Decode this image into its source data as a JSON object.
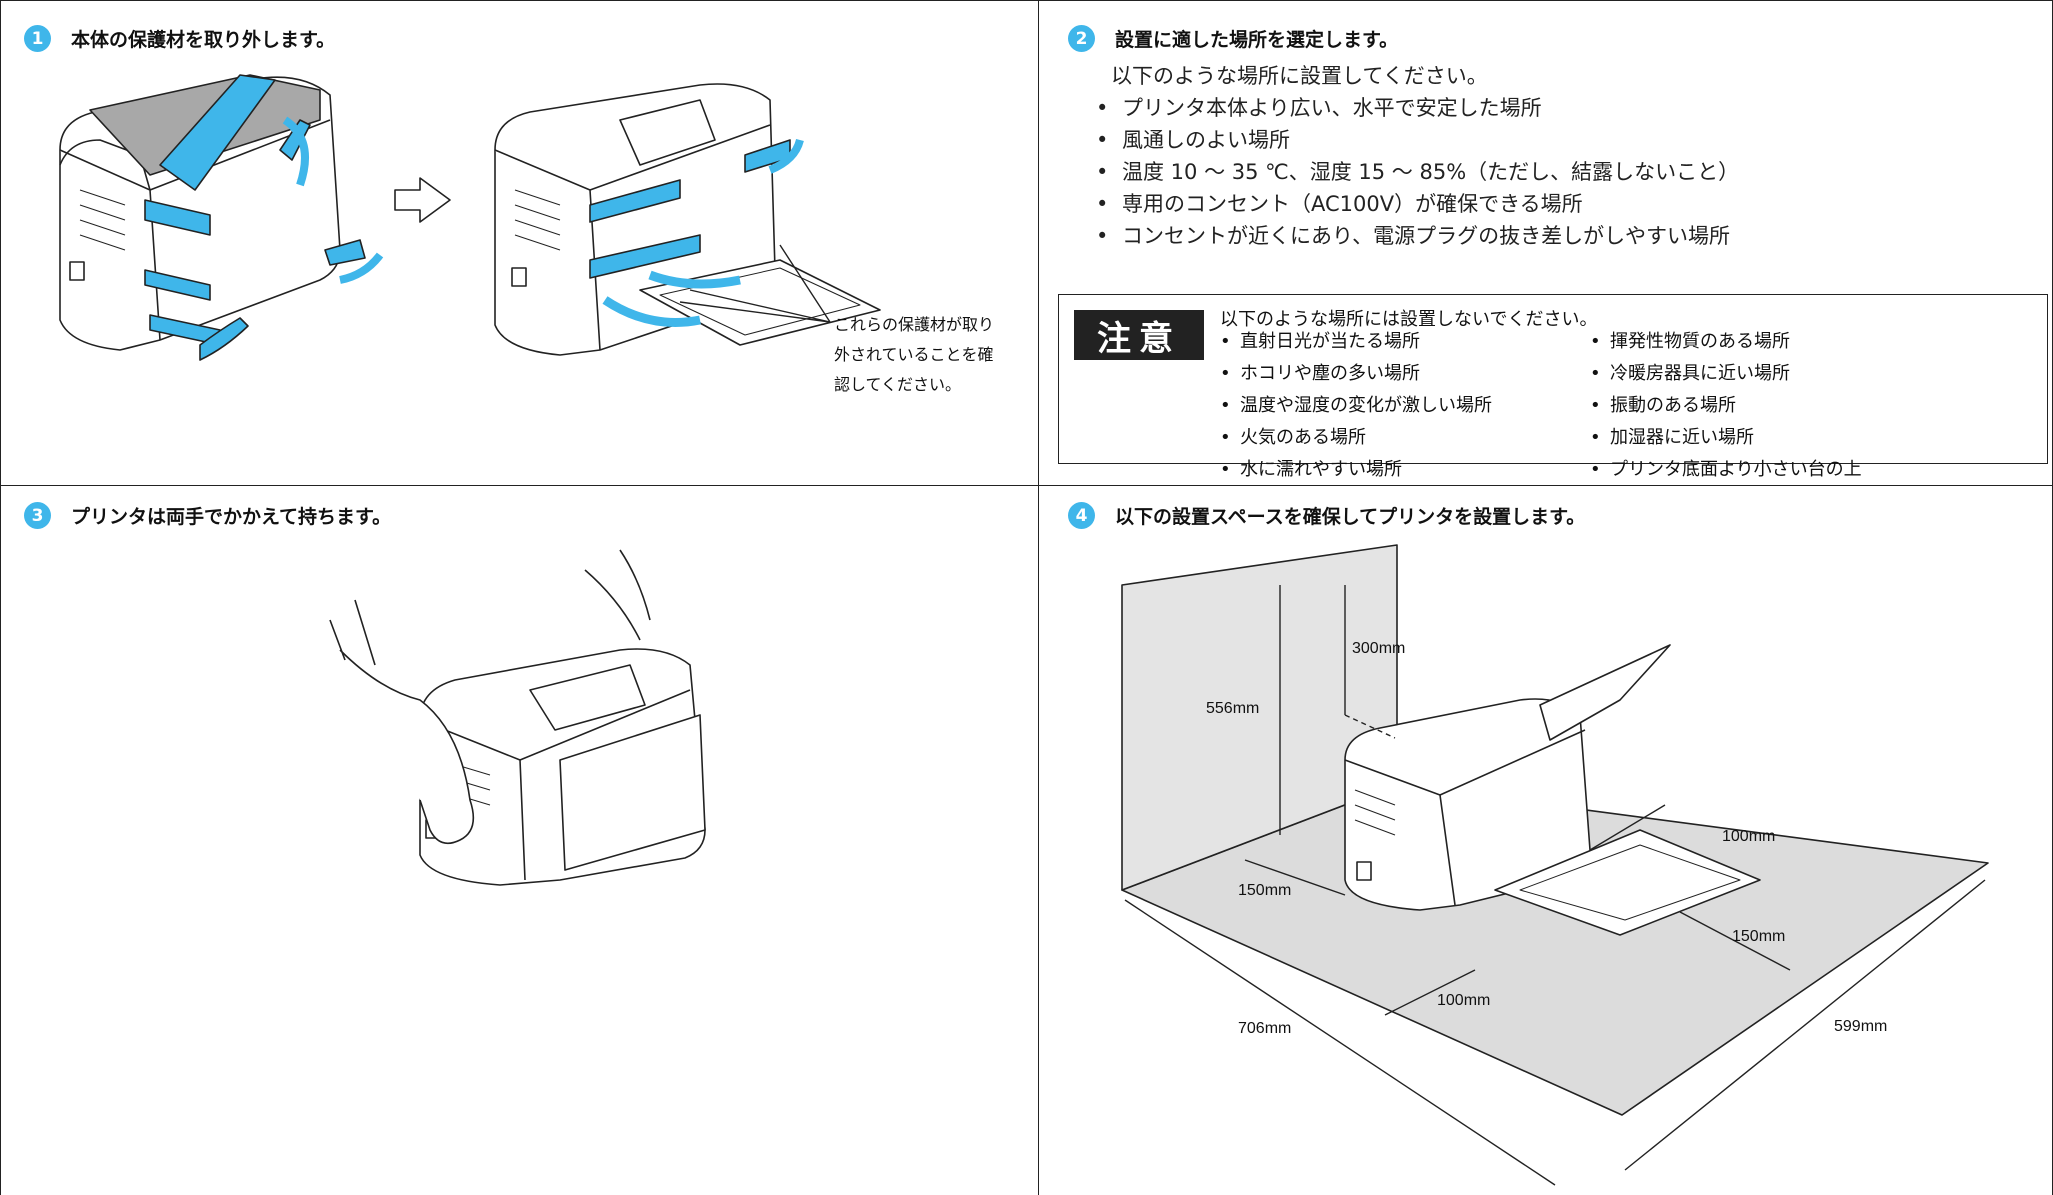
{
  "steps": [
    {
      "num": "1",
      "title": "本体の保護材を取り外します。"
    },
    {
      "num": "2",
      "title": "設置に適した場所を選定します。"
    },
    {
      "num": "3",
      "title": "プリンタは両手でかかえて持ちます。"
    },
    {
      "num": "4",
      "title": "以下の設置スペースを確保してプリンタを設置します。"
    }
  ],
  "step1": {
    "callout": [
      "これらの保護材が取り",
      "外されていることを確",
      "認してください。"
    ]
  },
  "step2": {
    "intro": "以下のような場所に設置してください。",
    "items": [
      "プリンタ本体より広い、水平で安定した場所",
      "風通しのよい場所",
      "温度 10 〜 35 ℃、湿度 15 〜 85%（ただし、結露しないこと）",
      "専用のコンセント（AC100V）が確保できる場所",
      "コンセントが近くにあり、電源プラグの抜き差しがしやすい場所"
    ],
    "caution": {
      "label": "注意",
      "intro": "以下のような場所には設置しないでください。",
      "left": [
        "直射日光が当たる場所",
        "ホコリや塵の多い場所",
        "温度や湿度の変化が激しい場所",
        "火気のある場所",
        "水に濡れやすい場所"
      ],
      "right": [
        "揮発性物質のある場所",
        "冷暖房器具に近い場所",
        "振動のある場所",
        "加湿器に近い場所",
        "プリンタ底面より小さい台の上"
      ]
    }
  },
  "step4": {
    "dims": {
      "d300": "300mm",
      "d556": "556mm",
      "d150_left": "150mm",
      "d100_right": "100mm",
      "d150_right": "150mm",
      "d100_front": "100mm",
      "d706": "706mm",
      "d599": "599mm"
    }
  },
  "colors": {
    "accent": "#3fb6ea",
    "floor": "#dcdcdc",
    "wall": "#e4e4e4"
  }
}
